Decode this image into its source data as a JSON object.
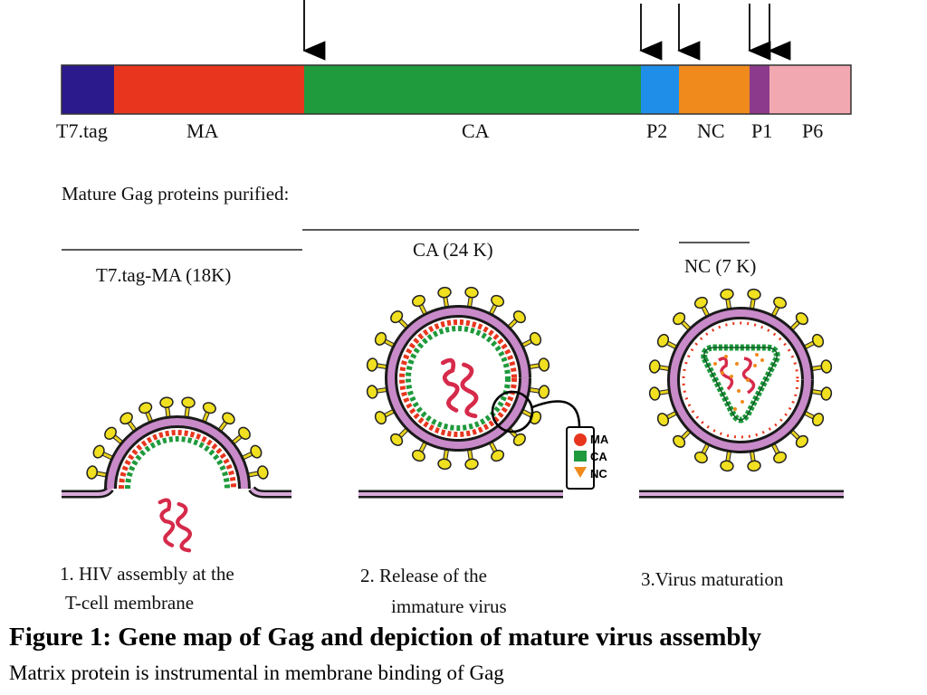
{
  "gene_map": {
    "segments": [
      {
        "label": "T7.tag",
        "color": "#2a1a8c"
      },
      {
        "label": "MA",
        "color": "#e8361e"
      },
      {
        "label": "CA",
        "color": "#1f9a3c"
      },
      {
        "label": "P2",
        "color": "#1f8ee8"
      },
      {
        "label": "NC",
        "color": "#f08a1c"
      },
      {
        "label": "P1",
        "color": "#8c3a8c"
      },
      {
        "label": "P6",
        "color": "#f2a8b0"
      }
    ]
  },
  "purified": {
    "heading": "Mature Gag proteins purified:",
    "fragments": [
      {
        "label": "T7.tag-MA (18K)"
      },
      {
        "label": "CA (24 K)"
      },
      {
        "label": "NC (7 K)"
      }
    ]
  },
  "legend": {
    "items": [
      {
        "label": "MA",
        "color": "#e8361e"
      },
      {
        "label": "CA",
        "color": "#1f9a3c"
      },
      {
        "label": "NC",
        "color": "#f08a1c"
      }
    ]
  },
  "stages": {
    "stage1": {
      "line1": "1. HIV assembly at the",
      "line2": "T-cell membrane"
    },
    "stage2": {
      "line1": "2. Release of the",
      "line2": "immature virus"
    },
    "stage3": {
      "line1": "3.Virus maturation"
    }
  },
  "figure": {
    "title": "Figure 1: Gene map of Gag and depiction of mature virus assembly",
    "caption": "Matrix protein is instrumental in membrane binding of Gag"
  }
}
